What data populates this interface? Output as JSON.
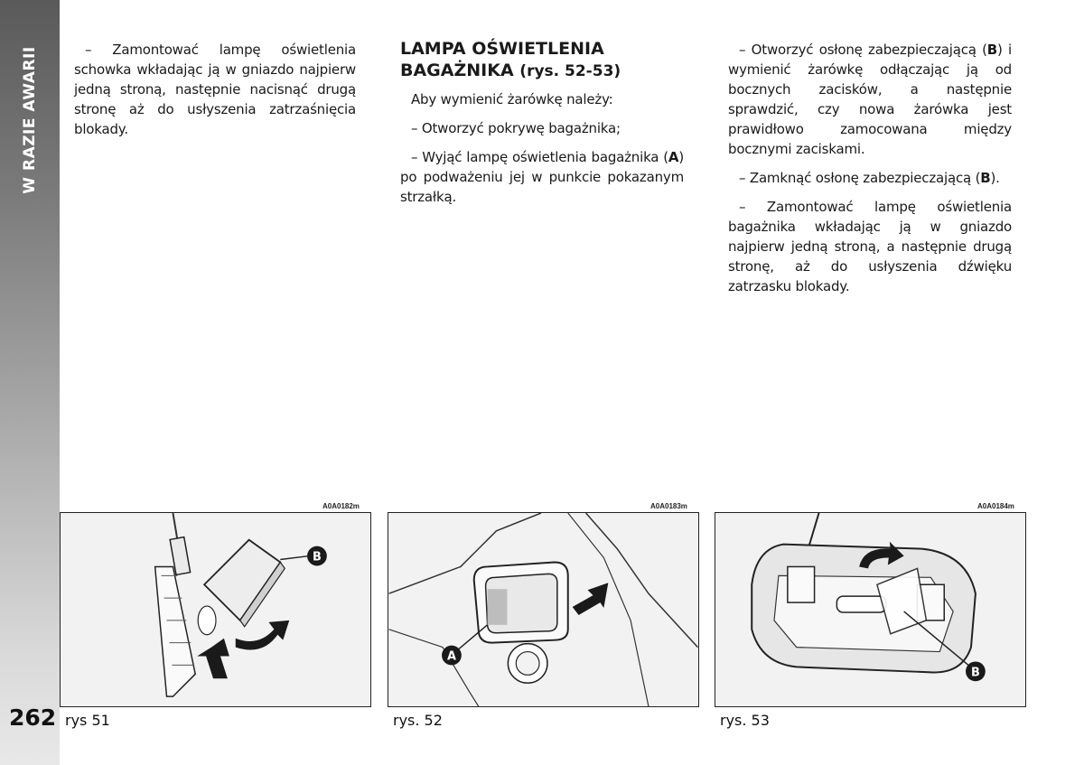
{
  "sidebar": {
    "section_label": "W RAZIE AWARII"
  },
  "page_number": "262",
  "column1": {
    "p1": "– Zamontować lampę oświetlenia schowka wkładając ją w gniazdo najpierw jedną stroną, następnie nacisnąć drugą stronę aż do usłyszenia zatrzaśnięcia blokady."
  },
  "column2": {
    "heading_main": "LAMPA OŚWIETLENIA BAGAŻNIKA",
    "heading_ref": "(rys. 52-53)",
    "p1": "Aby wymienić żarówkę należy:",
    "p2": "– Otworzyć pokrywę bagażnika;",
    "p3_a": "– Wyjąć lampę oświetlenia bagażnika (",
    "p3_ref": "A",
    "p3_b": ") po podważeniu jej w punkcie pokazanym strzałką."
  },
  "column3": {
    "p1_a": "– Otworzyć osłonę zabezpieczającą (",
    "p1_ref": "B",
    "p1_b": ") i wymienić żarówkę odłączając ją od bocznych zacisków, a następnie sprawdzić, czy nowa żarówka jest prawidłowo zamocowana między bocznymi zaciskami.",
    "p2_a": "– Zamknąć osłonę zabezpieczającą (",
    "p2_ref": "B",
    "p2_b": ").",
    "p3": "– Zamontować lampę oświetlenia bagażnika wkładając ją w gniazdo najpierw jedną stroną, a następnie drugą stronę, aż do usłyszenia dźwięku zatrzasku blokady."
  },
  "figures": [
    {
      "code": "A0A0182m",
      "caption": "rys 51",
      "callouts": [
        "B"
      ]
    },
    {
      "code": "A0A0183m",
      "caption": "rys. 52",
      "callouts": [
        "A"
      ]
    },
    {
      "code": "A0A0184m",
      "caption": "rys. 53",
      "callouts": [
        "B"
      ]
    }
  ]
}
